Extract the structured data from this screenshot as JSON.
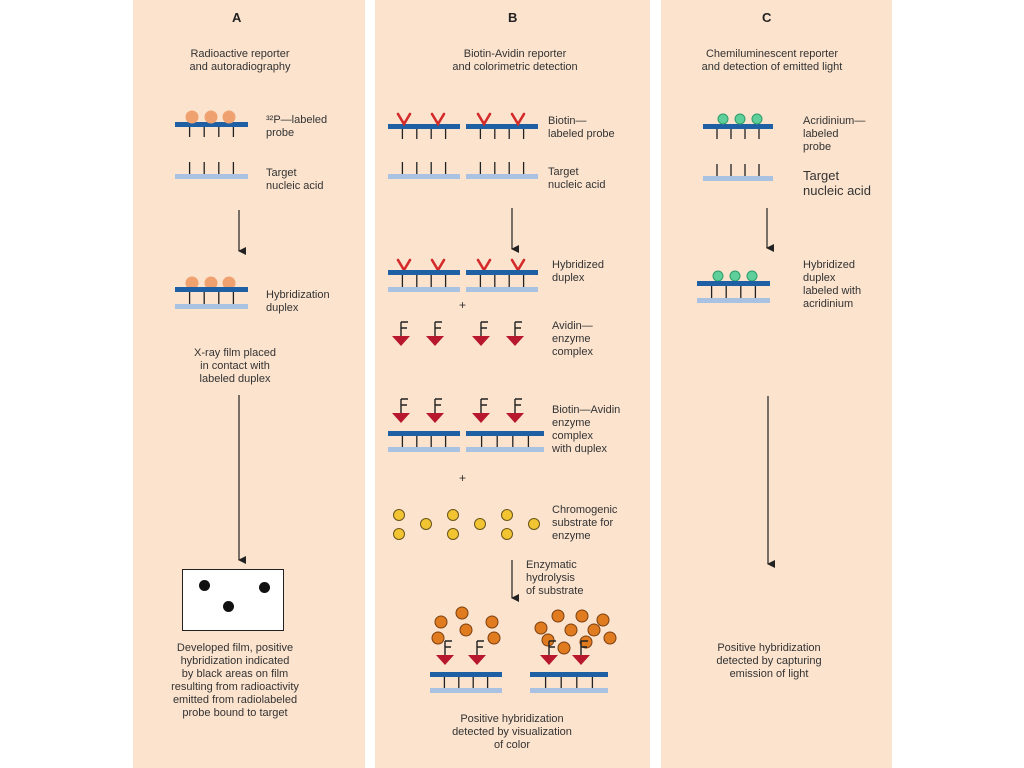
{
  "panels": {
    "a": {
      "letter": "A",
      "title": "Radioactive reporter\nand autoradiography",
      "probe_label": "³²P—labeled\nprobe",
      "target_label": "Target\nnucleic acid",
      "duplex_label": "Hybridization\nduplex",
      "xray_text": "X-ray film placed\nin contact with\nlabeled duplex",
      "result_text": "Developed film, positive\nhybridization indicated\nby black areas on film\nresulting from radioactivity\nemitted from radiolabeled\nprobe bound to target"
    },
    "b": {
      "letter": "B",
      "title": "Biotin-Avidin reporter\nand colorimetric detection",
      "probe_label": "Biotin—\nlabeled probe",
      "target_label": "Target\nnucleic acid",
      "duplex_label": "Hybridized\nduplex",
      "plus1": "+",
      "avidin_label": "Avidin—\nenzyme\ncomplex",
      "complex_label": "Biotin—Avidin\nenzyme\ncomplex\nwith duplex",
      "plus2": "+",
      "substrate_label": "Chromogenic\nsubstrate for\nenzyme",
      "hydrolysis_label": "Enzymatic\nhydrolysis\nof substrate",
      "result_text": "Positive hybridization\ndetected by visualization\nof color"
    },
    "c": {
      "letter": "C",
      "title": "Chemiluminescent reporter\nand detection of emitted light",
      "probe_label": "Acridinium—\nlabeled\nprobe",
      "target_label": "Target\nnucleic acid",
      "duplex_label": "Hybridized\nduplex\nlabeled with\nacridinium",
      "result_text": "Positive hybridization\ndetected by capturing\nemission of light"
    }
  },
  "colors": {
    "panel_bg": "#fbe3ce",
    "probe_strand": "#1f5fa3",
    "target_strand": "#a9c2e2",
    "radiolabel": "#f0a170",
    "biotin": "#d42a2a",
    "avidin_enzyme": "#b8182e",
    "substrate": "#f2c431",
    "product": "#e07b1f",
    "acridinium": "#5ecf9a"
  }
}
